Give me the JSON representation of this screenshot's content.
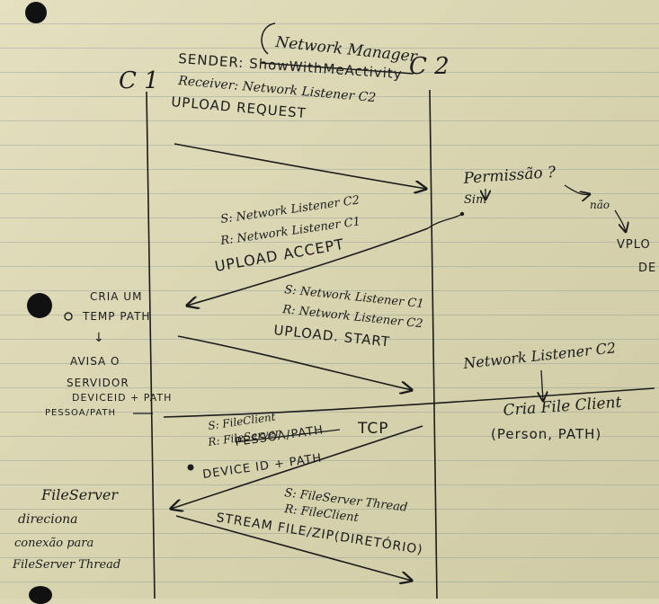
{
  "actors": {
    "left": "C 1",
    "right": "C 2"
  },
  "header": {
    "network_manager": "Network Manager",
    "sender": "SENDER: ShowWithMeActivity",
    "receiver": "Receiver: Network Listener C2",
    "request": "UPLOAD REQUEST"
  },
  "permission": {
    "question": "Permissão ?",
    "yes": "Sim",
    "no": "não",
    "result_line1": "VPLO",
    "result_line2": "DE"
  },
  "accept": {
    "s": "S: Network Listener C2",
    "r": "R: Network Listener C1",
    "label": "UPLOAD ACCEPT"
  },
  "left_notes": {
    "temp1": "CRIA UM",
    "temp2": "TEMP PATH",
    "arrow": "↓",
    "avisa": "AVISA O",
    "servidor": "SERVIDOR",
    "device": "DEVICEID + PATH",
    "pessoa": "PESSOA/PATH"
  },
  "start": {
    "s": "S: Network Listener C1",
    "r": "R: Network Listener C2",
    "label": "UPLOAD. START"
  },
  "right_notes": {
    "listener": "Network Listener C2",
    "cria": "Cria File Client",
    "params": "(Person, PATH)"
  },
  "tcp": {
    "s": "S: FileClient",
    "r": "R: FileServer",
    "pessoa": "PESSOA/PATH",
    "label": "TCP",
    "device": "DEVICE ID + PATH"
  },
  "fileserver_note": {
    "line1": "FileServer",
    "line2": "direciona",
    "line3": "conexão para",
    "line4": "FileServer Thread"
  },
  "stream": {
    "s": "S: FileServer Thread",
    "r": "R: FileClient",
    "label": "STREAM FILE/ZIP(DIRETÓRIO)"
  },
  "colors": {
    "ink": "#1c1c1c",
    "paper": "#ddd9b6",
    "rule": "#8c9aa0"
  }
}
